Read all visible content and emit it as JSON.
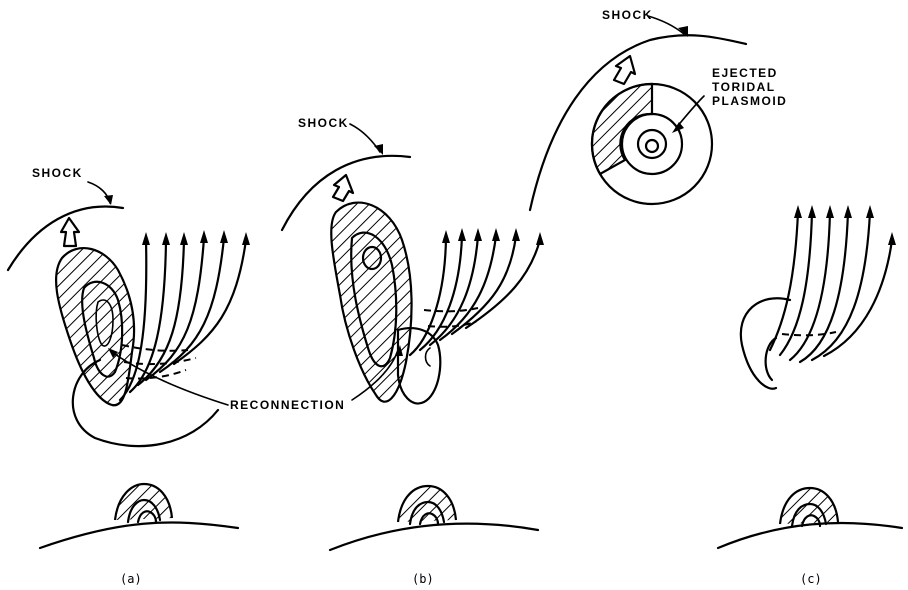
{
  "labels": {
    "shock": "SHOCK",
    "reconnection": "RECONNECTION",
    "ejected_line1": "EJECTED",
    "ejected_line2": "TORIDAL",
    "ejected_line3": "PLASMOID"
  },
  "captions": {
    "a": "(a)",
    "b": "(b)",
    "c": "(c)"
  }
}
